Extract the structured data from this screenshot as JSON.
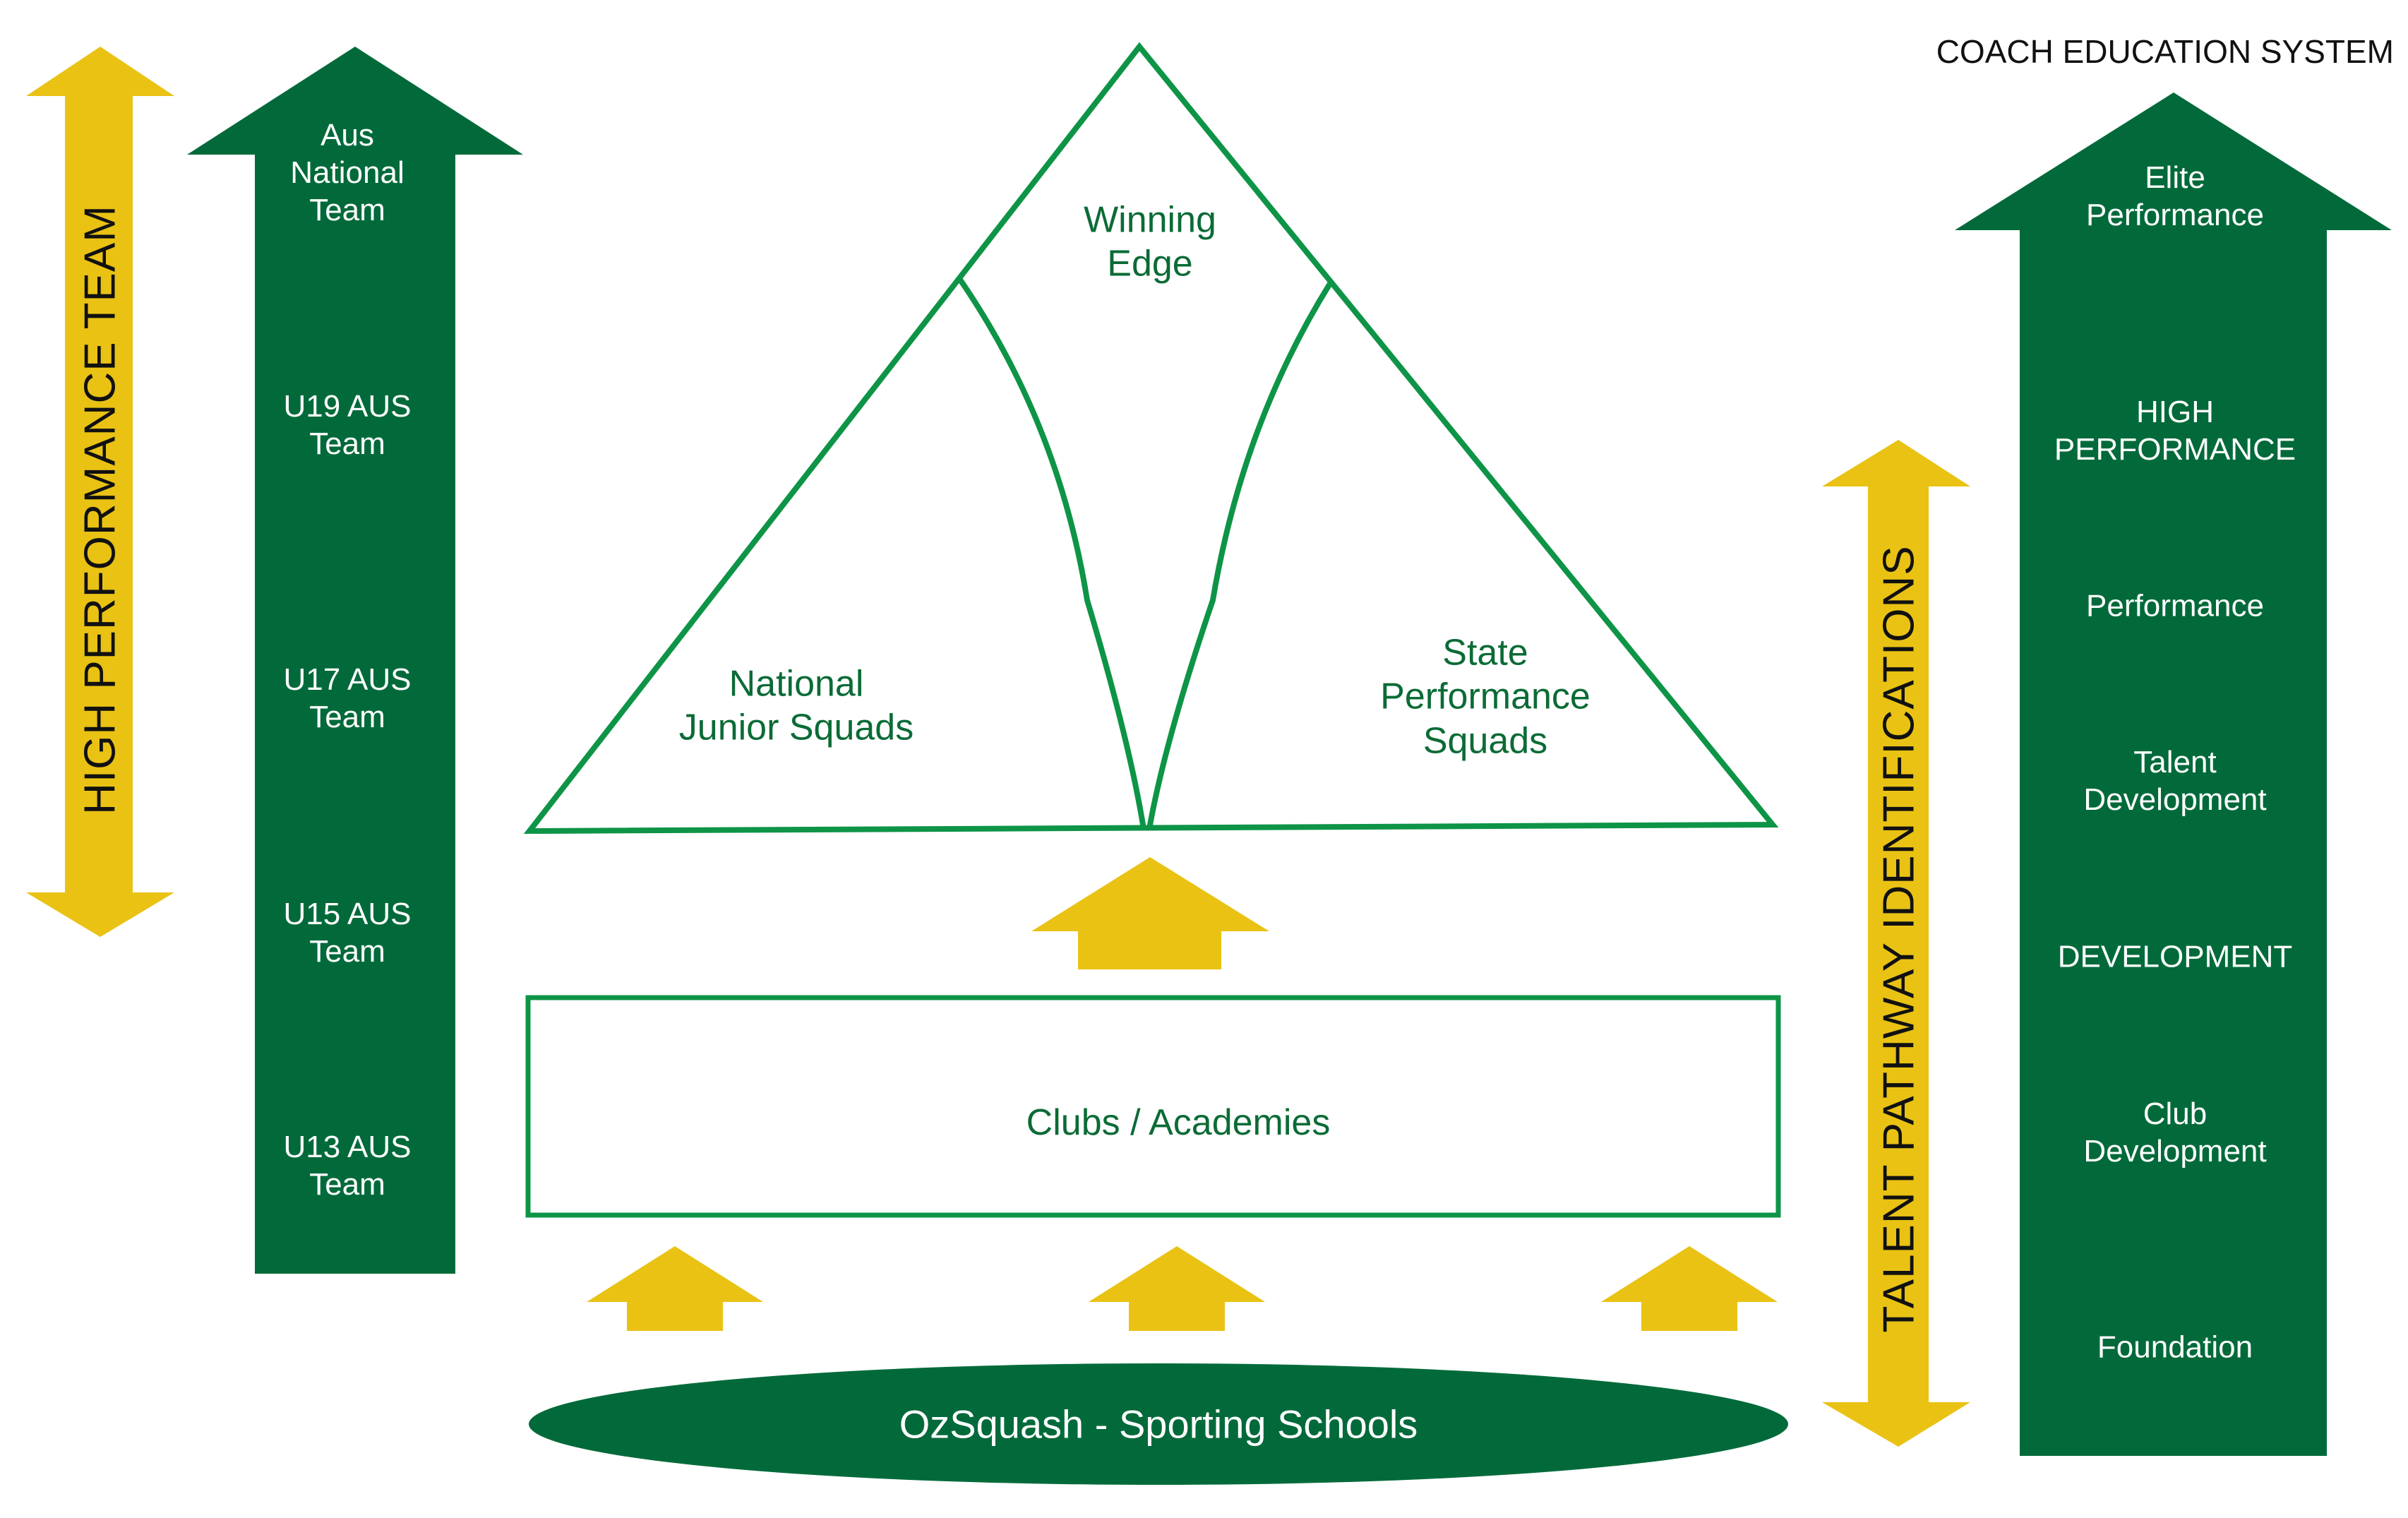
{
  "colors": {
    "dark_green": "#026A3A",
    "outline_green": "#0E9447",
    "text_green": "#0B6B36",
    "yellow": "#E9C214",
    "text_dark": "#111111"
  },
  "coach_education": {
    "title": "COACH EDUCATION SYSTEM",
    "levels": [
      [
        "Elite",
        "Performance"
      ],
      [
        "HIGH",
        "PERFORMANCE"
      ],
      [
        "Performance"
      ],
      [
        "Talent",
        "Development"
      ],
      [
        "DEVELOPMENT"
      ],
      [
        "Club",
        "Development"
      ],
      [
        "Foundation"
      ]
    ]
  },
  "high_performance": {
    "label": "HIGH PERFORMANCE TEAM",
    "teams": [
      [
        "Aus",
        "National",
        "Team"
      ],
      [
        "U19 AUS",
        "Team"
      ],
      [
        "U17 AUS",
        "Team"
      ],
      [
        "U15 AUS",
        "Team"
      ],
      [
        "U13 AUS",
        "Team"
      ]
    ]
  },
  "talent_pathway": {
    "label": "TALENT PATHWAY IDENTIFICATIONS"
  },
  "pyramid": {
    "top": [
      "Winning",
      "Edge"
    ],
    "left": [
      "National",
      "Junior Squads"
    ],
    "right": [
      "State",
      "Performance",
      "Squads"
    ]
  },
  "clubs": {
    "label": "Clubs / Academies"
  },
  "base": {
    "label": "OzSquash - Sporting Schools"
  }
}
